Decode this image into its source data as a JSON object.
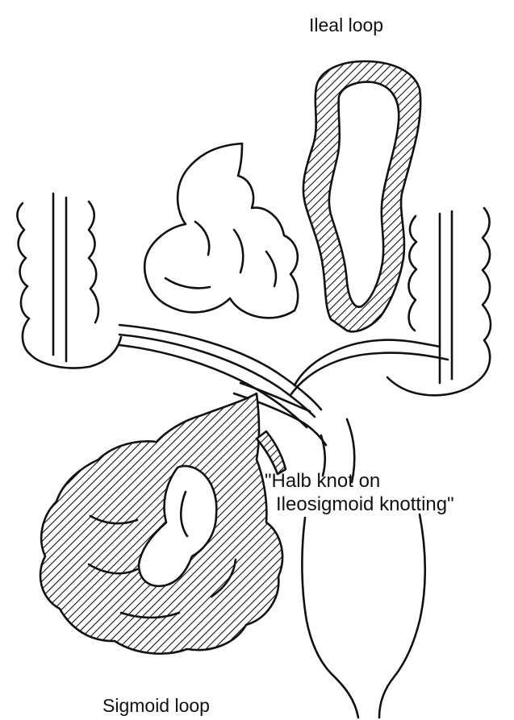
{
  "labels": {
    "ileal_loop": "Ileal loop",
    "knot_line1": "\"Halb knot on",
    "knot_line2": "Ileosigmoid knotting\"",
    "sigmoid_loop": "Sigmoid loop"
  },
  "colors": {
    "ink": "#111111",
    "paper": "#ffffff"
  }
}
